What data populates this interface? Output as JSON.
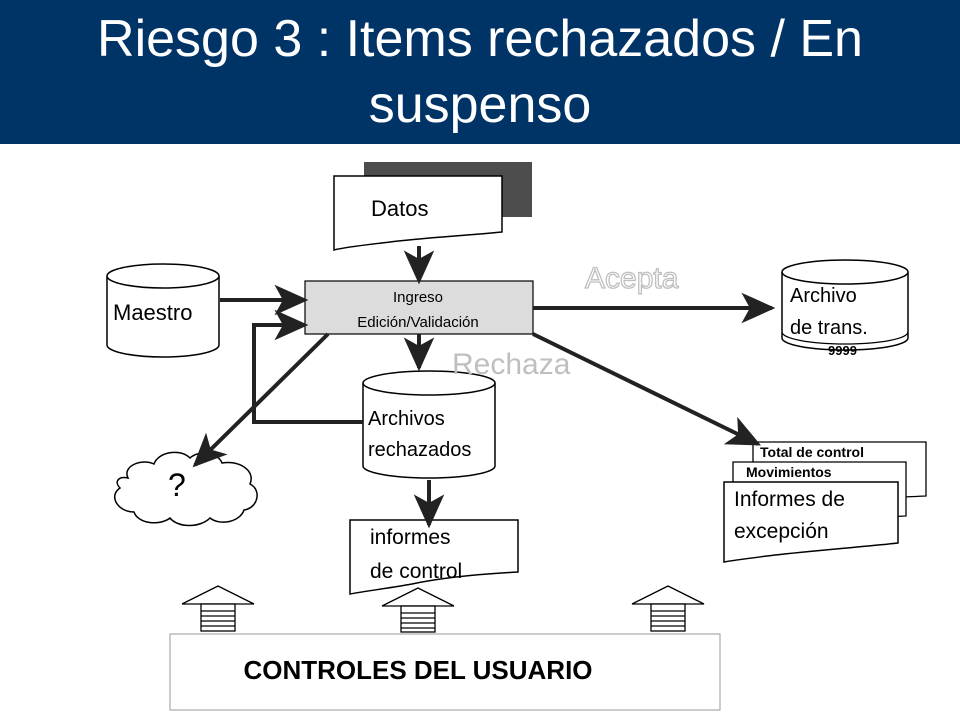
{
  "slide": {
    "title_line1": "Riesgo 3 : Items rechazados / En",
    "title_line2": "suspenso"
  },
  "colors": {
    "title_bg": "#003366",
    "process_fill": "#dcdcdc",
    "shadow": "#4d4d4d",
    "flow_label": "#bfbfbf"
  },
  "nodes": {
    "datos": "Datos",
    "maestro": "Maestro",
    "proceso_line1": "Ingreso",
    "proceso_line2": "Edición/Validación",
    "archivo_trans_line1": "Archivo",
    "archivo_trans_line2": "de trans.",
    "archivo_trans_code": "9999",
    "archivos_rechazados_line1": "Archivos",
    "archivos_rechazados_line2": "rechazados",
    "cloud_question": "?",
    "informes_control_line1": "informes",
    "informes_control_line2": "de control",
    "total_control": "Total de control",
    "movimientos": "Movimientos",
    "informes_excepcion_line1": "Informes de",
    "informes_excepcion_line2": "excepción",
    "controles_usuario": "CONTROLES DEL USUARIO"
  },
  "flow_labels": {
    "acepta": "Acepta",
    "rechaza": "Rechaza"
  }
}
